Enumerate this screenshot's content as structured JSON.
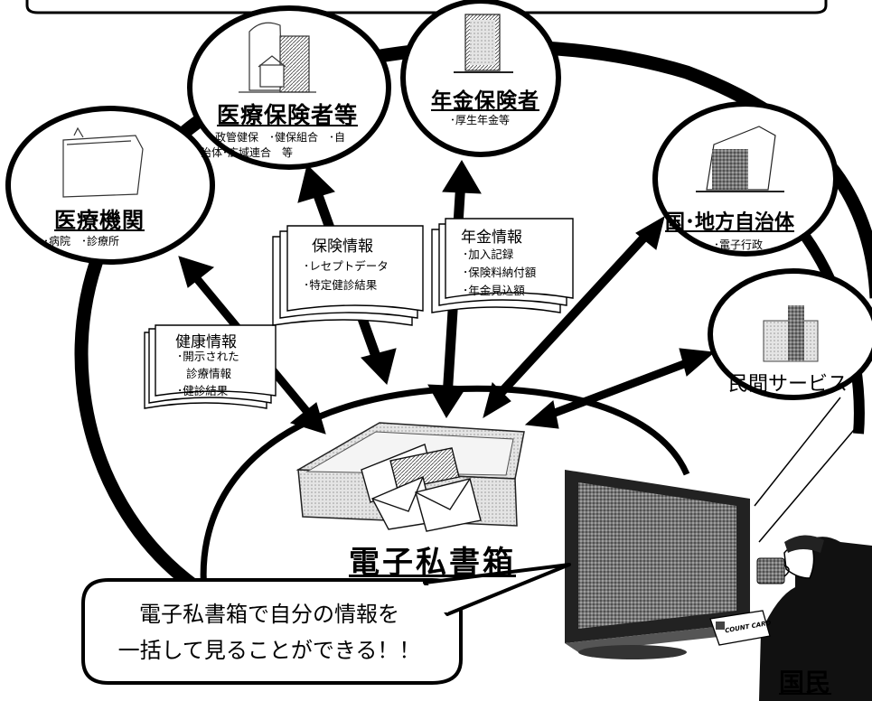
{
  "nodes": {
    "medical_institution": {
      "title": "医療機関",
      "sub": "･病院　･診療所"
    },
    "insurer": {
      "title": "医療保険者等",
      "sub_line1": "･政管健保　･健保組合　･自",
      "sub_line2": "治体･広域連合　等"
    },
    "pension": {
      "title": "年金保険者",
      "sub": "･厚生年金等"
    },
    "government": {
      "title": "国･地方自治体",
      "sub": "･電子行政"
    },
    "private": {
      "title": "民間サービス"
    },
    "mailbox": {
      "title": "電子私書箱"
    },
    "citizen": {
      "title": "国民",
      "card_text": "COUNT CARD"
    }
  },
  "documents": {
    "health": {
      "title": "健康情報",
      "items": [
        "･開示された",
        "診療情報",
        "･健診結果"
      ]
    },
    "insurance": {
      "title": "保険情報",
      "items": [
        "･レセプトデータ",
        "･特定健診結果"
      ]
    },
    "pension": {
      "title": "年金情報",
      "items": [
        "･加入記録",
        "･保険料納付額",
        "･年金見込額"
      ]
    }
  },
  "speech_bubble": {
    "line1": "電子私書箱で自分の情報を",
    "line2": "一括して見ることができる！！"
  }
}
